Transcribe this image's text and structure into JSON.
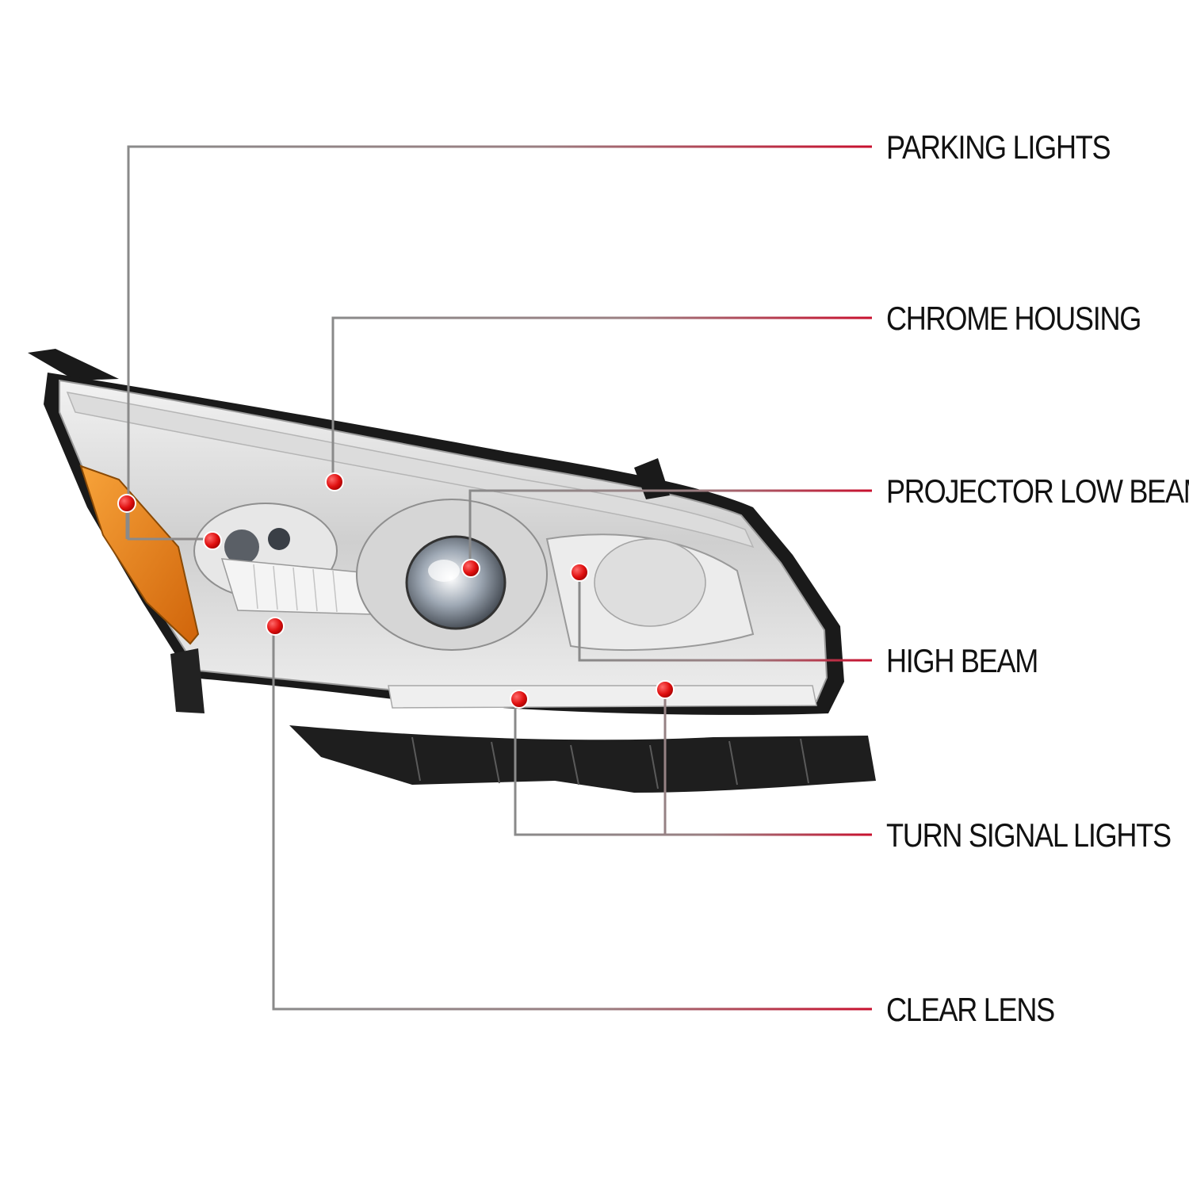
{
  "labels": {
    "parking": "PARKING LIGHTS",
    "housing": "CHROME HOUSING",
    "projector": "PROJECTOR LOW BEAM",
    "high": "HIGH BEAM",
    "turn": "TURN SIGNAL LIGHTS",
    "lens": "CLEAR LENS"
  },
  "colors": {
    "accent": "#c8102e",
    "line": "#8a8a8a",
    "amber": "#e07a10",
    "housing_black": "#1a1a1a"
  }
}
